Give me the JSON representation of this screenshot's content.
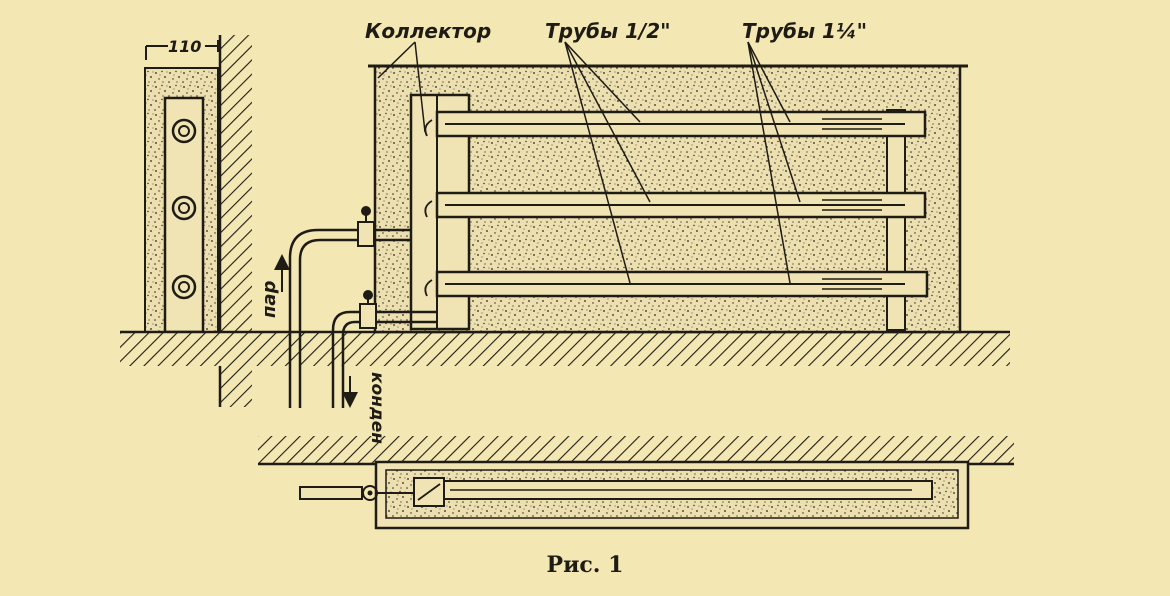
{
  "labels": {
    "dimension": "110",
    "collector": "Коллектор",
    "pipes_half": "Трубы 1/2\"",
    "pipes_quarter": "Трубы 1¼\"",
    "steam": "пар",
    "condensate": "конден"
  },
  "caption": "Рис. 1",
  "colors": {
    "paper": "#f3e7b4",
    "ink": "#1f1b15",
    "insulation": "#ede0b0"
  }
}
